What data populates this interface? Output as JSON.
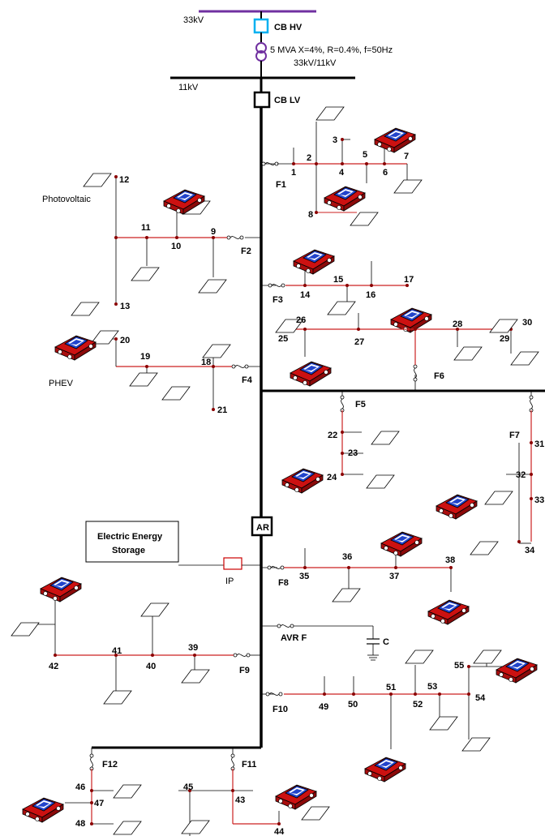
{
  "labels": {
    "hv_voltage": "33kV",
    "cb_hv": "CB HV",
    "transformer_spec": "5 MVA X=4%, R=0.4%, f=50Hz",
    "transformer_ratio": "33kV/11kV",
    "lv_voltage": "11kV",
    "cb_lv": "CB LV",
    "photovoltaic": "Photovoltaic",
    "phev": "PHEV",
    "auto_recloser": "AR",
    "ees_line1": "Electric Energy",
    "ees_line2": "Storage",
    "ip": "IP",
    "avr_feeder": "AVR F",
    "capacitor": "C"
  },
  "feeders": [
    "F1",
    "F2",
    "F3",
    "F4",
    "F5",
    "F6",
    "F7",
    "F8",
    "F9",
    "F10",
    "F11",
    "F12"
  ],
  "nodes": [
    "1",
    "2",
    "3",
    "4",
    "5",
    "6",
    "7",
    "8",
    "9",
    "10",
    "11",
    "12",
    "13",
    "14",
    "15",
    "16",
    "17",
    "18",
    "19",
    "20",
    "21",
    "22",
    "23",
    "24",
    "25",
    "26",
    "27",
    "28",
    "29",
    "30",
    "31",
    "32",
    "33",
    "34",
    "35",
    "36",
    "37",
    "38",
    "39",
    "40",
    "41",
    "42",
    "43",
    "44",
    "45",
    "46",
    "47",
    "48",
    "49",
    "50",
    "51",
    "52",
    "53",
    "54",
    "55"
  ],
  "colors": {
    "bus": "#000000",
    "feeder_line": "#cc2222",
    "hv_bus": "#7030a0",
    "cb_hv": "#00b0f0",
    "transformer": "#7030a0",
    "ev_body": "#dd1111",
    "ev_roof": "#2244cc",
    "ip_box": "#cc0000"
  }
}
